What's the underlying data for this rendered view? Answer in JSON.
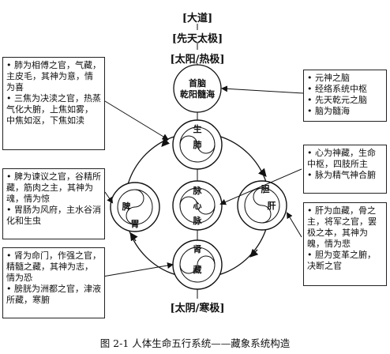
{
  "levels": {
    "top1": "[大道]",
    "top2": "[先天太极]",
    "top3": "[太阳/热极]",
    "bottom": "[太阴/寒极]"
  },
  "nodes": {
    "top_l1": "首脑",
    "top_l2": "乾阳髓海",
    "upper_ring": "生",
    "upper": "肺",
    "center_top": "脉",
    "center": "心",
    "center_bot": "脉",
    "left_top": "脾",
    "left_bot": "胃",
    "right_ring": "胆",
    "right": "肝",
    "bottom_ring": "肾",
    "bottom": "藏"
  },
  "left_boxes": [
    {
      "items": [
        "肺为相傅之官，气藏，主皮毛，其神为意，情为喜",
        "三焦为决渎之官，热蒸气化大腑，上焦如雾，中焦如沤，下焦如渎"
      ]
    },
    {
      "items": [
        "脾为谏议之官，谷精所藏，筋肉之主，其神为魂，情为惊",
        "胃肠为风府，主水谷消化和生虫"
      ]
    },
    {
      "items": [
        "肾为命门，作强之官，精髓之藏，其神为志，情为恐",
        "膀胱为洲都之官，津液所藏，寒腑"
      ]
    }
  ],
  "right_boxes": [
    {
      "items": [
        "元神之脑",
        "经络系统中枢",
        "先天乾元之脑",
        "脑为髓海"
      ]
    },
    {
      "items": [
        "心为神藏，生命中枢，四肢所主",
        "脉为精气神合腑"
      ]
    },
    {
      "items": [
        "肝为血藏，骨之主，将军之官，罢极之本，其神为魄，情为悲",
        "胆为变革之腑，决断之官"
      ]
    }
  ],
  "caption": "图 2-1  人体生命五行系统——藏象系统构造"
}
